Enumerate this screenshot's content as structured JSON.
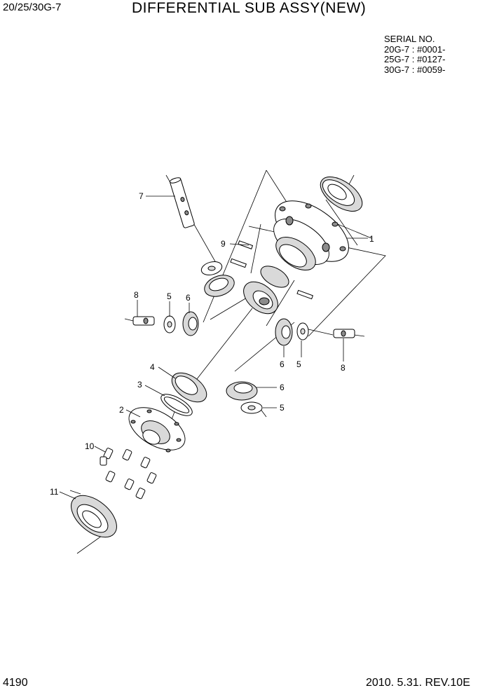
{
  "header": {
    "model": "20/25/30G-7",
    "title": "DIFFERENTIAL SUB ASSY(NEW)"
  },
  "serial_box": {
    "heading": "SERIAL NO.",
    "lines": [
      "20G-7 : #0001-",
      "25G-7 : #0127-",
      "30G-7 : #0059-"
    ]
  },
  "callouts": [
    "1",
    "2",
    "3",
    "4",
    "5",
    "5",
    "5",
    "6",
    "6",
    "6",
    "7",
    "8",
    "8",
    "9",
    "10",
    "11"
  ],
  "footer": {
    "page_number": "4190",
    "date_revision": "2010. 5.31.  REV.10E"
  }
}
